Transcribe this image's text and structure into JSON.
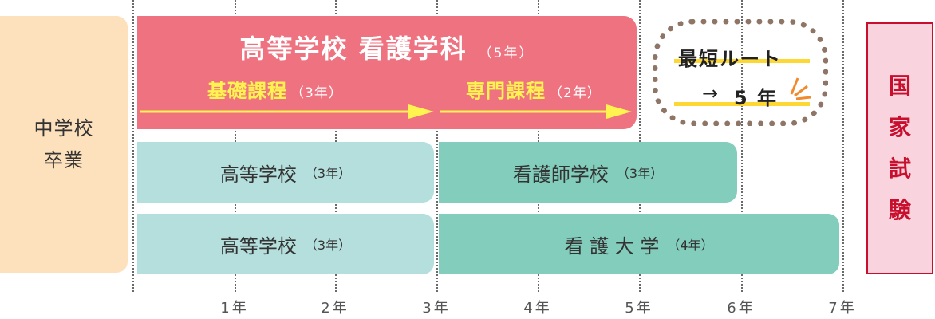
{
  "start": {
    "line1": "中学校",
    "line2": "卒業"
  },
  "years": [
    "1年",
    "2年",
    "3年",
    "4年",
    "5年",
    "6年",
    "7年"
  ],
  "route5": {
    "title": "高等学校 看護学科",
    "title_years": "（5年）",
    "stage1": "基礎課程",
    "stage1_years": "（3年）",
    "stage2": "専門課程",
    "stage2_years": "（2年）"
  },
  "shortest": {
    "line1": "最短ルート",
    "arrow": "→",
    "line2": "5 年"
  },
  "route_a": {
    "part1": "高等学校",
    "part1_years": "（3年）",
    "part2": "看護師学校",
    "part2_years": "（3年）"
  },
  "route_b": {
    "part1": "高等学校",
    "part1_years": "（3年）",
    "part2": "看 護 大 学",
    "part2_years": "（4年）"
  },
  "exam": [
    "国",
    "家",
    "試",
    "験"
  ],
  "colors": {
    "start": "#fde0bc",
    "five_year": "#ee727f",
    "stage_label": "#fff34f",
    "high_school": "#b4dfdd",
    "nursing_school": "#83cdbd",
    "exam_fill": "#f9d4de",
    "exam_border": "#c8102e",
    "route_dots": "#8e7566"
  }
}
